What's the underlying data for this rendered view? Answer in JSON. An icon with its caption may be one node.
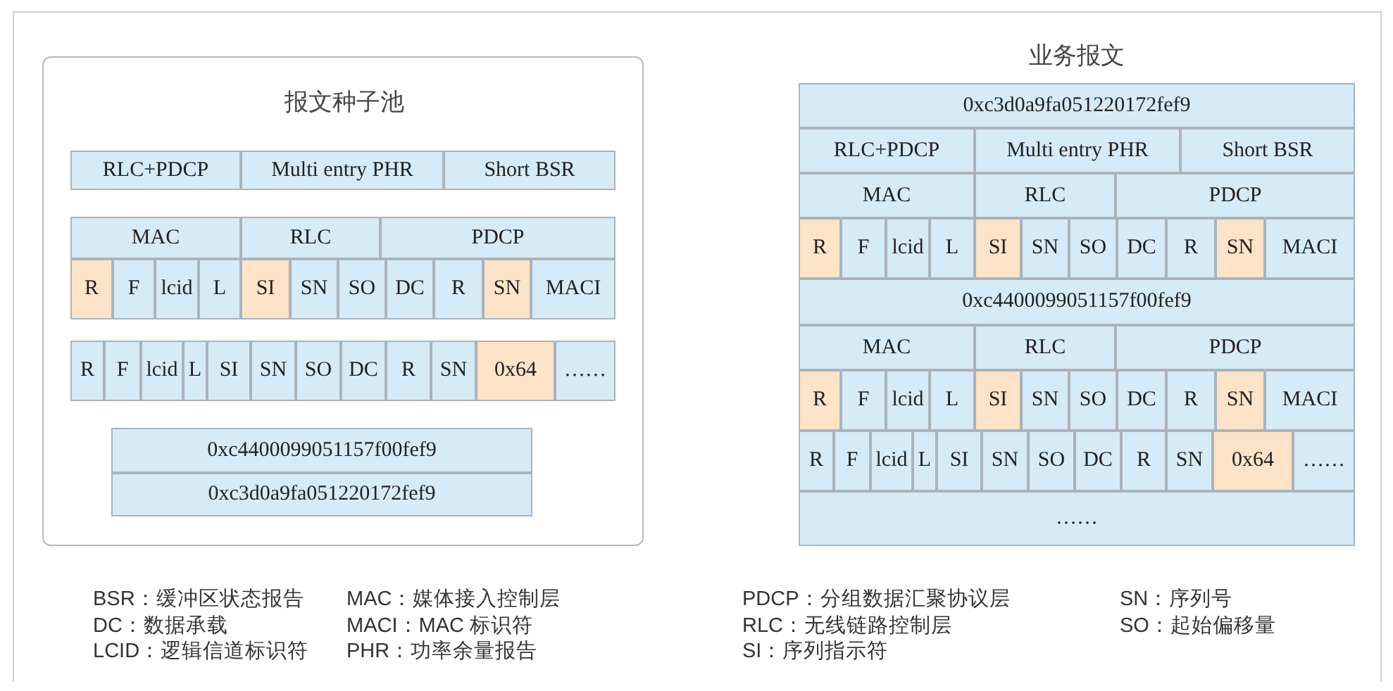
{
  "diagram": {
    "nodes": [
      {
        "text": [
          "报文种子池"
        ]
      },
      {
        "text": [
          "RLC+PDCP"
        ],
        "in": 0
      },
      {
        "text": [
          "Multi entry PHR"
        ],
        "in": 0
      },
      {
        "text": [
          "Short BSR"
        ],
        "in": 0
      },
      {
        "text": [
          "MAC"
        ],
        "in": 0
      },
      {
        "text": [
          "RLC"
        ],
        "in": 0
      },
      {
        "text": [
          "PDCP"
        ],
        "in": 0
      },
      {
        "text": [
          "R"
        ],
        "in": 0
      },
      {
        "text": [
          "F"
        ],
        "in": 0
      },
      {
        "text": [
          "lcid"
        ],
        "in": 0
      },
      {
        "text": [
          "L"
        ],
        "in": 0
      },
      {
        "text": [
          "SI"
        ],
        "in": 0
      },
      {
        "text": [
          "SN"
        ],
        "in": 0
      },
      {
        "text": [
          "SO"
        ],
        "in": 0
      },
      {
        "text": [
          "DC"
        ],
        "in": 0
      },
      {
        "text": [
          "R"
        ],
        "in": 0
      },
      {
        "text": [
          "SN"
        ],
        "in": 0
      },
      {
        "text": [
          "MACI"
        ],
        "in": 0
      },
      {
        "text": [
          "R"
        ],
        "in": 0
      },
      {
        "text": [
          "F"
        ],
        "in": 0
      },
      {
        "text": [
          "lcid"
        ],
        "in": 0
      },
      {
        "text": [
          "L"
        ],
        "in": 0
      },
      {
        "text": [
          "SI"
        ],
        "in": 0
      },
      {
        "text": [
          "SN"
        ],
        "in": 0
      },
      {
        "text": [
          "SO"
        ],
        "in": 0
      },
      {
        "text": [
          "DC"
        ],
        "in": 0
      },
      {
        "text": [
          "R"
        ],
        "in": 0
      },
      {
        "text": [
          "SN"
        ],
        "in": 0
      },
      {
        "text": [
          "0x64"
        ],
        "in": 0
      },
      {
        "text": [
          "……"
        ],
        "in": 0
      },
      {
        "text": [
          "0xc4400099051157f00fef9"
        ],
        "in": 0
      },
      {
        "text": [
          "0xc3d0a9fa051220172fef9"
        ],
        "in": 0
      },
      {
        "text": [
          "业务报文"
        ]
      },
      {
        "text": [
          "0xc3d0a9fa051220172fef9"
        ],
        "in": 32
      },
      {
        "text": [
          "RLC+PDCP"
        ],
        "in": 32
      },
      {
        "text": [
          "Multi entry PHR"
        ],
        "in": 32
      },
      {
        "text": [
          "Short BSR"
        ],
        "in": 32
      },
      {
        "text": [
          "MAC"
        ],
        "in": 32
      },
      {
        "text": [
          "RLC"
        ],
        "in": 32
      },
      {
        "text": [
          "PDCP"
        ],
        "in": 32
      },
      {
        "text": [
          "R"
        ],
        "in": 32
      },
      {
        "text": [
          "F"
        ],
        "in": 32
      },
      {
        "text": [
          "lcid"
        ],
        "in": 32
      },
      {
        "text": [
          "L"
        ],
        "in": 32
      },
      {
        "text": [
          "SI"
        ],
        "in": 32
      },
      {
        "text": [
          "SN"
        ],
        "in": 32
      },
      {
        "text": [
          "SO"
        ],
        "in": 32
      },
      {
        "text": [
          "DC"
        ],
        "in": 32
      },
      {
        "text": [
          "R"
        ],
        "in": 32
      },
      {
        "text": [
          "SN"
        ],
        "in": 32
      },
      {
        "text": [
          "MACI"
        ],
        "in": 32
      },
      {
        "text": [
          "0xc4400099051157f00fef9"
        ],
        "in": 32
      },
      {
        "text": [
          "MAC"
        ],
        "in": 32
      },
      {
        "text": [
          "RLC"
        ],
        "in": 32
      },
      {
        "text": [
          "PDCP"
        ],
        "in": 32
      },
      {
        "text": [
          "R"
        ],
        "in": 32
      },
      {
        "text": [
          "F"
        ],
        "in": 32
      },
      {
        "text": [
          "lcid"
        ],
        "in": 32
      },
      {
        "text": [
          "L"
        ],
        "in": 32
      },
      {
        "text": [
          "SI"
        ],
        "in": 32
      },
      {
        "text": [
          "SN"
        ],
        "in": 32
      },
      {
        "text": [
          "SO"
        ],
        "in": 32
      },
      {
        "text": [
          "DC"
        ],
        "in": 32
      },
      {
        "text": [
          "R"
        ],
        "in": 32
      },
      {
        "text": [
          "SN"
        ],
        "in": 32
      },
      {
        "text": [
          "MACI"
        ],
        "in": 32
      },
      {
        "text": [
          "R"
        ],
        "in": 32
      },
      {
        "text": [
          "F"
        ],
        "in": 32
      },
      {
        "text": [
          "lcid"
        ],
        "in": 32
      },
      {
        "text": [
          "L"
        ],
        "in": 32
      },
      {
        "text": [
          "SI"
        ],
        "in": 32
      },
      {
        "text": [
          "SN"
        ],
        "in": 32
      },
      {
        "text": [
          "SO"
        ],
        "in": 32
      },
      {
        "text": [
          "DC"
        ],
        "in": 32
      },
      {
        "text": [
          "R"
        ],
        "in": 32
      },
      {
        "text": [
          "SN"
        ],
        "in": 32
      },
      {
        "text": [
          "0x64"
        ],
        "in": 32
      },
      {
        "text": [
          "……"
        ],
        "in": 32
      },
      {
        "text": [
          "……"
        ],
        "in": 32
      }
    ],
    "labels": [
      "BSR：缓冲区状态报告",
      "MAC：媒体接入控制层",
      "PDCP：分组数据汇聚协议层",
      "SN：序列号",
      "DC：数据承载",
      "MACI：MAC 标识符",
      "RLC：无线链路控制层",
      "SO：起始偏移量",
      "LCID：逻辑信道标识符",
      "PHR：功率余量报告",
      "SI：序列指示符"
    ]
  }
}
